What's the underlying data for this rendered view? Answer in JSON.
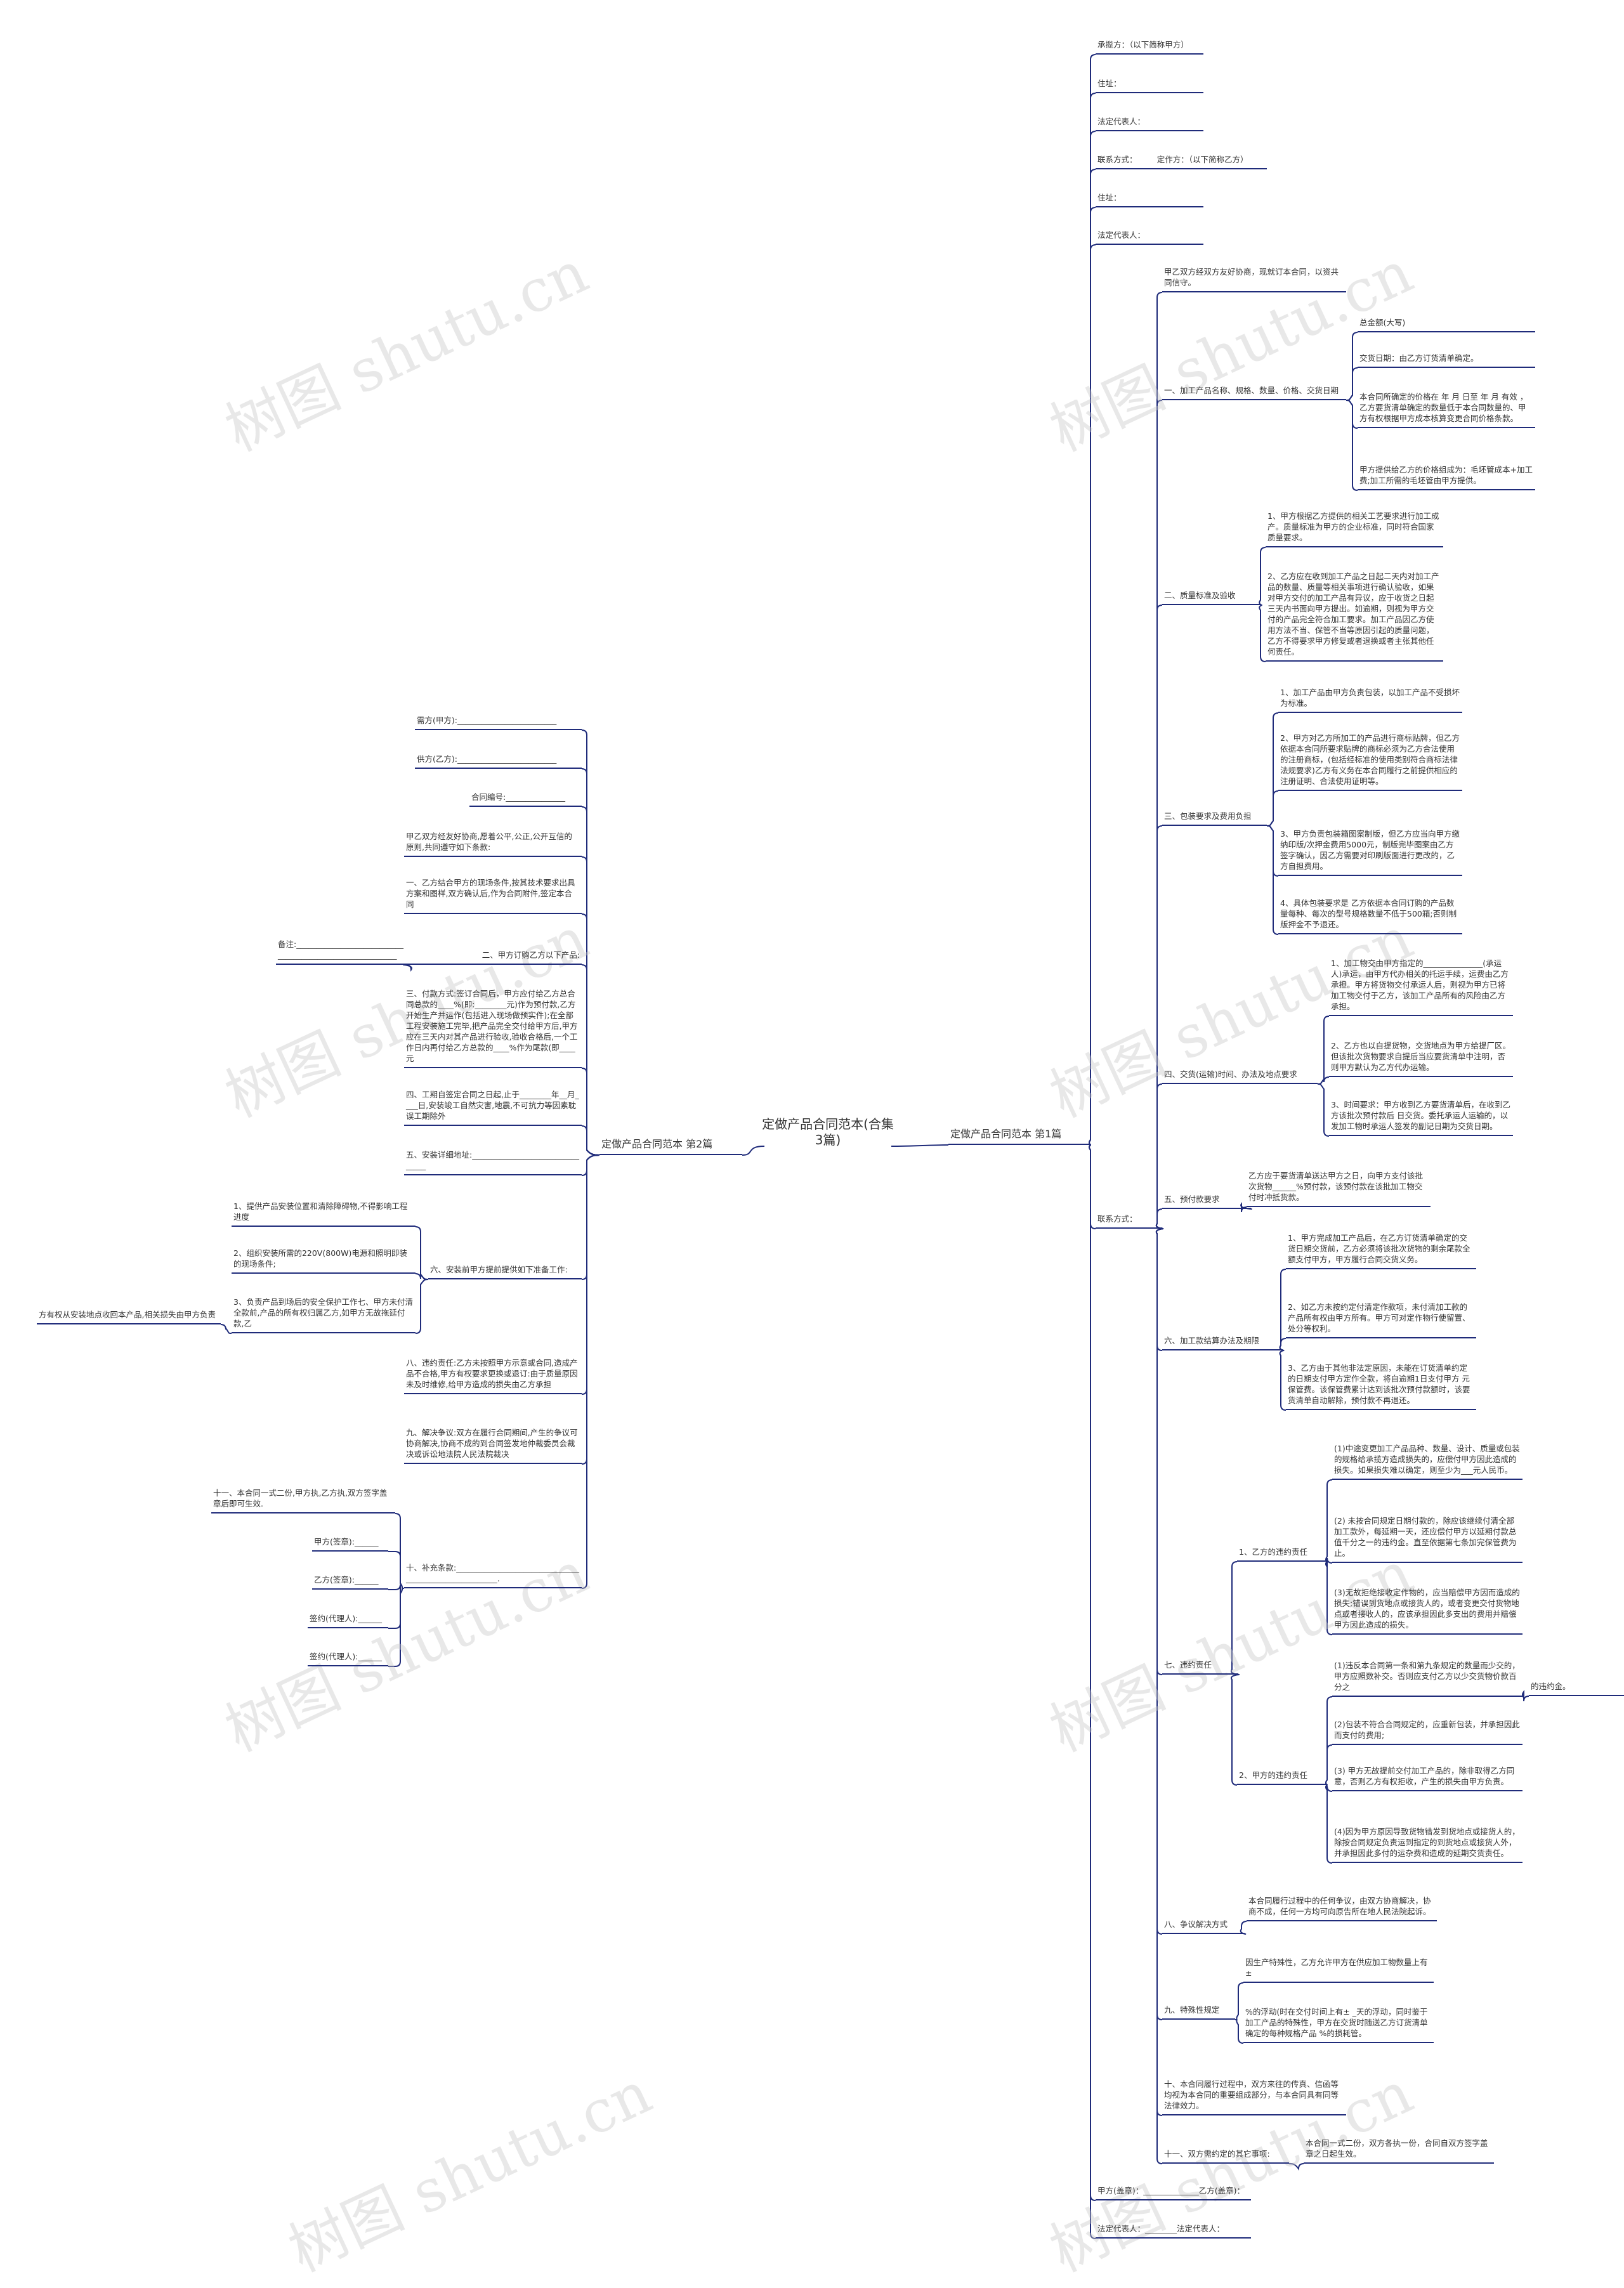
{
  "title": "定做产品合同范本(合集3篇)",
  "watermark": "树图 shutu.cn",
  "colors": {
    "line": "#1f2b7a",
    "text": "#333333",
    "watermark": "#c8c8c8"
  },
  "part1": {
    "label": "定做产品合同范本 第1篇",
    "header": {
      "party_a": "承揽方：（以下简称甲方）",
      "address_a": "住址：",
      "rep_a": "法定代表人：",
      "contact_a": "联系方式：　　　定作方：（以下简称乙方）",
      "address_b": "住址：",
      "rep_b": "法定代表人："
    },
    "contact": "联系方式：",
    "intro": "甲乙双方经双方友好协商，现就订本合同，以资共同信守。",
    "s1": {
      "label": "一、加工产品名称、规格、数量、价格、交货日期",
      "c1": "总金额(大写)",
      "c2": "交货日期：由乙方订货清单确定。",
      "c3": "本合同所确定的价格在 年 月 日至 年 月 有效 ，乙方要货清单确定的数量低于本合同数量的、甲方有权根据甲方成本核算变更合同价格条款。",
      "c4": "甲方提供给乙方的价格组成为：毛坯管成本+加工费;加工所需的毛坯管由甲方提供。"
    },
    "s2": {
      "label": "二、质量标准及验收",
      "c1": "1、甲方根据乙方提供的相关工艺要求进行加工成产。质量标准为甲方的企业标准，同时符合国家质量要求。",
      "c2": "2、乙方应在收到加工产品之日起二天内对加工产品的数量、质量等相关事项进行确认验收，如果对甲方交付的加工产品有异议，应于收货之日起三天内书面向甲方提出。如逾期，则视为甲方交付的产品完全符合加工要求。加工产品因乙方使用方法不当、保管不当等原因引起的质量问题，乙方不得要求甲方修复或者退换或者主张其他任何责任。"
    },
    "s3": {
      "label": "三、包装要求及费用负担",
      "c1": "1、加工产品由甲方负责包装，以加工产品不受损坏为标准。",
      "c2": "2、甲方对乙方所加工的产品进行商标贴牌，但乙方依据本合同所要求贴牌的商标必须为乙方合法使用的注册商标，(包括经标准的使用类别符合商标法律法规要求)乙方有义务在本合同履行之前提供相应的注册证明、合法使用证明等。",
      "c3": "3、甲方负责包装箱图案制版，但乙方应当向甲方缴纳印版/次押金费用5000元，制版完毕图案由乙方签字确认，因乙方需要对印刷版面进行更改的，乙方自担费用。",
      "c4": "4、具体包装要求是 乙方依据本合同订购的产品数量每种、每次的型号规格数量不低于500箱;否则制版押金不予退还。"
    },
    "s4": {
      "label": "四、交货(运输)时间、办法及地点要求",
      "c1": "1、加工物交由甲方指定的_______________(承运人)承运，由甲方代办相关的托运手续，运费由乙方承担。甲方将货物交付承运人后，则视为甲方已将加工物交付于乙方，该加工产品所有的风险由乙方承担。",
      "c2": "2、乙方也以自提货物，交货地点为甲方给提厂区。但该批次货物要求自提后当应要货清单中注明，否则甲方默认为乙方代办运输。",
      "c3": "3、时间要求：甲方收到乙方要货清单后，在收到乙方该批次预付款后 日交货。委托承运人运输的，以发加工物时承运人签发的副记日期为交货日期。"
    },
    "s5": {
      "label": "五、预付款要求",
      "c1": "乙方应于要货清单送达甲方之日，向甲方支付该批次货物______%预付款，该预付款在该批加工物交付时冲抵货款。"
    },
    "s6": {
      "label": "六、加工款结算办法及期限",
      "c1": "1、甲方完成加工产品后，在乙方订货清单确定的交货日期交货前，乙方必须将该批次货物的剩余尾款全额支付甲方，甲方履行合同交货义务。",
      "c2": "2、如乙方未按约定付清定作款项，未付清加工款的产品所有权由甲方所有。甲方可对定作物行使留置、处分等权利。",
      "c3": "3、乙方由于其他非法定原因，未能在订货清单约定的日期支付甲方定作全款，将自逾期1日支付甲方 元保管费。该保管费累计达到该批次预付款额时，该要货清单自动解除，预付款不再退还。"
    },
    "s7": {
      "label": "七、违约责任",
      "a": {
        "label": "1、乙方的违约责任",
        "c1": "(1)中途变更加工产品品种、数量、设计、质量或包装的规格给承揽方造成损失的，应偿付甲方因此造成的损失。如果损失难以确定，则至少为___元人民币。",
        "c2": "(2) 未按合同规定日期付款的，除应该继续付清全部加工款外，每延期一天，还应偿付甲方以延期付款总值千分之一的违约金。直至依据第七条加完保管费为止。",
        "c3": "(3)无故拒绝接收定作物的，应当赔偿甲方因而造成的损失;错误到货地点或接货人的，或者变更交付货物地点或者接收人的，应该承担因此多支出的费用并赔偿甲方因此造成的损失。"
      },
      "b": {
        "label": "2、甲方的违约责任",
        "c1": "(1)违反本合同第一条和第九条规定的数量而少交的，甲方应照数补交。否则应支付乙方以少交货物价款百分之",
        "c1_tail": "的违约金。",
        "c2": "(2)包装不符合合同规定的，应重新包装，并承担因此而支付的费用;",
        "c3": "(3) 甲方无故提前交付加工产品的，除非取得乙方同意，否则乙方有权拒收，产生的损失由甲方负责。",
        "c4": "(4)因为甲方原因导致货物错发到货地点或接货人的，除按合同规定负责运到指定的到货地点或接货人外，并承担因此多付的运杂费和造成的延期交货责任。"
      }
    },
    "s8": {
      "label": "八、争议解决方式",
      "c1": "本合同履行过程中的任何争议，由双方协商解决，协商不成，任何一方均可向原告所在地人民法院起诉。"
    },
    "s9": {
      "label": "九、特殊性规定",
      "c1": "因生产特殊性，乙方允许甲方在供应加工物数量上有±",
      "c2": "%的浮动(时在交付时间上有± _天的浮动，同时鉴于加工产品的特殊性，甲方在交货时随送乙方订货清单确定的每种规格产品 %的损耗管。"
    },
    "s10": "十、本合同履行过程中，双方来往的传真、信函等均视为本合同的重要组成部分，与本合同具有同等法律效力。",
    "s11": {
      "label": "十一、双方需约定的其它事项:",
      "c1": "本合同一式二份，双方各执一份，合同自双方签字盖章之日起生效。"
    },
    "footer1": "甲方(盖章)：______________乙方(盖章)：",
    "footer2": "法定代表人：________法定代表人："
  },
  "part2": {
    "label": "定做产品合同范本 第2篇",
    "n1": "需方(甲方):_________________________",
    "n2": "供方(乙方):_________________________",
    "n3": "合同编号:_______________",
    "n4": "甲乙双方经友好协商,愿着公平,公正,公开互信的原则,共同遵守如下条款:",
    "n5": "一、乙方结合甲方的现场条件,按其技术要求出具方案和图样,双方确认后,作为合同附件,签定本合同",
    "n6": {
      "label": "二、甲方订购乙方以下产品:",
      "note": "备注:_________________________________________________________"
    },
    "n7": "三、付款方式:签订合同后，甲方应付给乙方总合同总款的____%(即:________元)作为预付款,乙方开始生产并运作(包括进入现场做预实件);在全部工程安装施工完毕,把产品完全交付给甲方后,甲方应在三天内对其产品进行验收,验收合格后,一个工作日内再付给乙方总款的____%作为尾款(即____元",
    "n8": "四、工期自签定合同之日起,止于________年__月____日,安装竣工自然灾害,地震,不可抗力等因素耽误工期除外",
    "n9": "五、安装详细地址:________________________________",
    "n10": {
      "label": "六、安装前甲方提前提供如下准备工作:",
      "c1": "1、提供产品安装位置和清除障碍物,不得影响工程进度",
      "c2": "2、组织安装所需的220V(800W)电源和照明即装的现场条件;",
      "c3": "3、负责产品到场后的安全保护工作七、甲方未付清全款前,产品的所有权归属乙方,如甲方无故拖延付款,乙",
      "c3_sub": "方有权从安装地点收回本产品,相关损失由甲方负责"
    },
    "n11": "八、违约责任:乙方未按照甲方示意或合同,造成产品不合格,甲方有权要求更换或退订:由于质量原因未及时维修,给甲方造成的损失由乙方承担",
    "n12": "九、解决争议:双方在履行合同期间,产生的争议可协商解决,协商不成的到合同签发地仲裁委员会裁决或诉讼地法院人民法院裁决",
    "n13": {
      "label": "十、补充条款:______________________________________________________.",
      "c1": "十一、本合同一式二份,甲方执,乙方执,双方签字盖章后即可生效.",
      "c2": "甲方(签章):______",
      "c3": "乙方(签章):______",
      "c4": "签约(代理人):______",
      "c5": "签约(代理人):______"
    }
  }
}
